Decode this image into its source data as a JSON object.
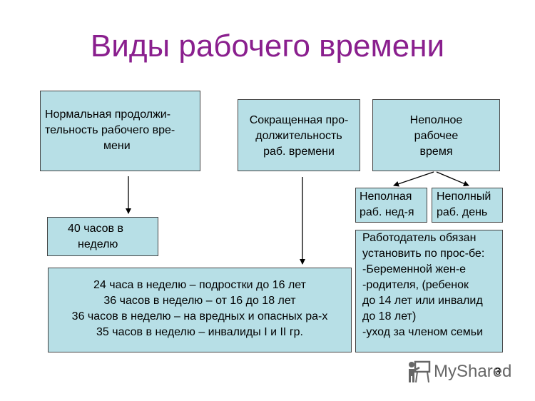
{
  "title": "Виды рабочего времени",
  "boxes": {
    "normal": [
      "Нормальная продолжи-",
      "тельность рабочего вре-",
      "мени"
    ],
    "short": [
      "Сокращенная про-",
      "должительность",
      "раб. времени"
    ],
    "partial": [
      "Неполное",
      "рабочее",
      "время"
    ],
    "partial_week": [
      "Неполная",
      "раб. нед-я"
    ],
    "partial_day": [
      "Неполный",
      "раб. день"
    ],
    "hours40": [
      "40 часов в",
      "неделю"
    ],
    "reduced": [
      "24 часа в неделю – подростки до 16 лет",
      "36 часов в неделю – от 16 до 18 лет",
      "36 часов в неделю – на вредных и опасных ра-х",
      "35 часов в неделю – инвалиды I и II гр."
    ],
    "employer": [
      "Работодатель обязан",
      "установить по прос-бе:",
      "-Беременной жен-е",
      "-родителя, (ребенок",
      "до 14 лет или инвалид",
      "до 18 лет)",
      "-уход за членом семьи"
    ]
  },
  "logo": {
    "text": "MyShared",
    "icon": "teacher-board-icon"
  },
  "page_number": "3",
  "colors": {
    "title": "#8a1f8e",
    "box_fill": "#b7dfe6",
    "border": "#444444"
  }
}
